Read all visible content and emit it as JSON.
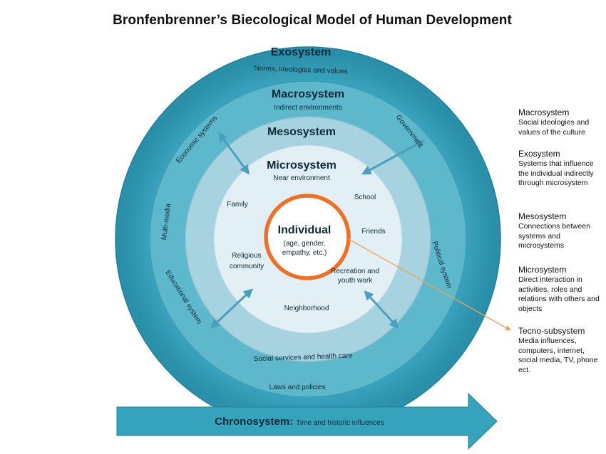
{
  "title": "Bronfenbrenner’s Biecological Model of Human Development",
  "rings": {
    "exosystem": {
      "name": "Exosystem",
      "subtitle": "Norms, ideologies and values",
      "color": "#2e98b3"
    },
    "macrosystem": {
      "name": "Macrosystem",
      "subtitle": "Indirect environments",
      "color": "#5eb8cc"
    },
    "mesosystem": {
      "name": "Mesosystem",
      "color": "#a7d3e0"
    },
    "microsystem": {
      "name": "Microsystem",
      "subtitle": "Near environment",
      "color": "#e2f0f6"
    },
    "individual": {
      "name": "Individual",
      "details": [
        "(age, gender,",
        "empathy, etc.)"
      ],
      "border_color": "#ef7024"
    }
  },
  "outer_labels": {
    "economic_systems": "Economic systems",
    "government": "Government",
    "multi_media": "Multi-media",
    "political_system": "Political system",
    "educational_system": "Educational system",
    "social_services": "Social services and health care",
    "laws_policies": "Laws and policies"
  },
  "micro_labels": {
    "family": "Family",
    "school": "School",
    "friends": "Friends",
    "religious": [
      "Religious",
      "community"
    ],
    "recreation": [
      "Recreation and",
      "youth work"
    ],
    "neighborhood": "Neighborhood"
  },
  "chronosystem": {
    "name": "Chronosystem:",
    "description": "Time and historic influences",
    "color": "#35a3bb"
  },
  "legend": [
    {
      "heading": "Macrosystem",
      "text": "Social ideologies and values of the culture"
    },
    {
      "heading": "Exosystem",
      "text": "Systems that influence the individual indirectly through microsystem"
    },
    {
      "heading": "Mesosystem",
      "text": "Connections between systems and microsystems"
    },
    {
      "heading": "Microsystem",
      "text": "Direct interaction in activities, roles and relations with others and objects"
    },
    {
      "heading": "Tecno-subsystem",
      "text": "Media influences, computers, internet, social media, TV, phone ect."
    }
  ],
  "colors": {
    "arrow": "#4a9fbc",
    "pointer": "#f0a050"
  }
}
